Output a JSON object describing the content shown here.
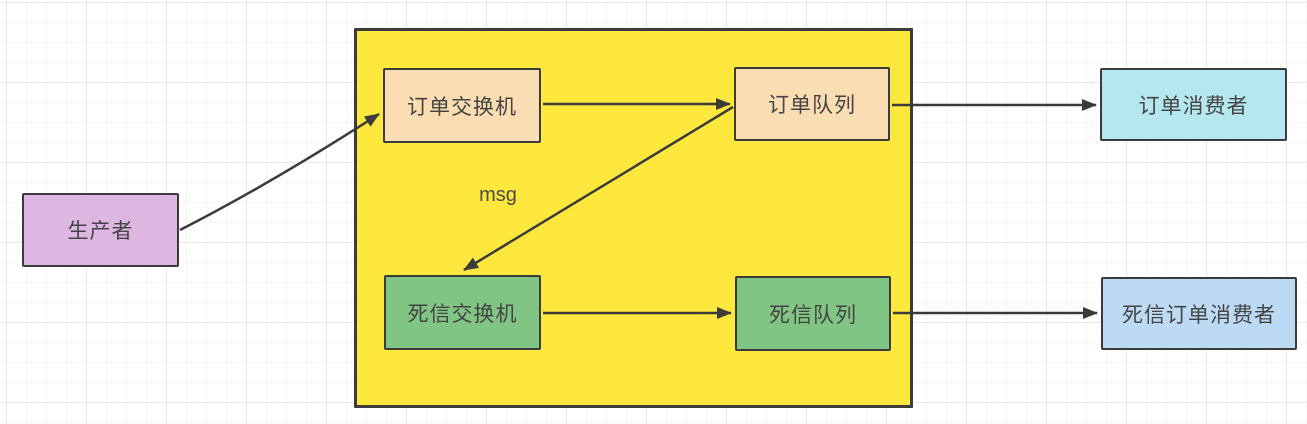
{
  "diagram": {
    "nodes": {
      "producer": {
        "label": "生产者",
        "fill": "#ddb6e2"
      },
      "order_exchange": {
        "label": "订单交换机",
        "fill": "#fbddb4"
      },
      "order_queue": {
        "label": "订单队列",
        "fill": "#fbddb4"
      },
      "order_consumer": {
        "label": "订单消费者",
        "fill": "#b4e7ee"
      },
      "dead_letter_exchange": {
        "label": "死信交换机",
        "fill": "#80c583"
      },
      "dead_letter_queue": {
        "label": "死信队列",
        "fill": "#80c583"
      },
      "dead_letter_consumer": {
        "label": "死信订单消费者",
        "fill": "#bddaf5"
      }
    },
    "container": {
      "fill": "#ffe83e"
    },
    "edges": [
      {
        "from": "producer",
        "to": "order_exchange",
        "label": ""
      },
      {
        "from": "order_exchange",
        "to": "order_queue",
        "label": ""
      },
      {
        "from": "order_queue",
        "to": "order_consumer",
        "label": ""
      },
      {
        "from": "order_queue",
        "to": "dead_letter_exchange",
        "label": "msg"
      },
      {
        "from": "dead_letter_exchange",
        "to": "dead_letter_queue",
        "label": ""
      },
      {
        "from": "dead_letter_queue",
        "to": "dead_letter_consumer",
        "label": ""
      }
    ],
    "colors": {
      "stroke": "#3b3b3b",
      "text": "#444444",
      "grid_minor": "#f5f5f5",
      "grid_major": "#e9e9e9",
      "background": "#ffffff"
    }
  }
}
